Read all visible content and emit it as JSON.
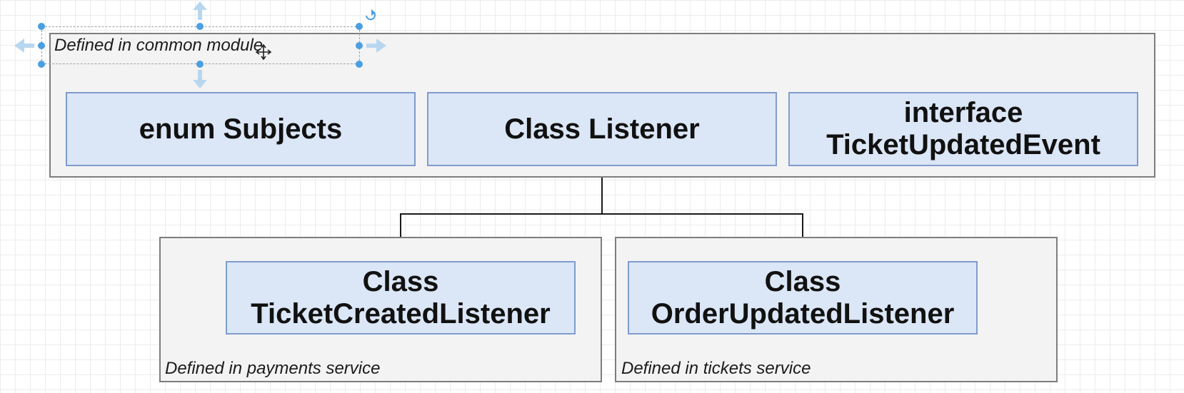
{
  "containers": {
    "common": {
      "caption": "Defined in common module"
    },
    "payments": {
      "caption": "Defined in payments service"
    },
    "tickets": {
      "caption": "Defined in tickets service"
    }
  },
  "nodes": {
    "enum_subjects": {
      "lines": [
        "enum Subjects"
      ]
    },
    "class_listener": {
      "lines": [
        "Class Listener"
      ]
    },
    "ticket_updated_event": {
      "lines": [
        "interface",
        "TicketUpdatedEvent"
      ]
    },
    "ticket_created_listener": {
      "lines": [
        "Class",
        "TicketCreatedListener"
      ]
    },
    "order_updated_listener": {
      "lines": [
        "Class",
        "OrderUpdatedListener"
      ]
    }
  },
  "edges": [
    {
      "from": "Class Listener",
      "to": "Class TicketCreatedListener"
    },
    {
      "from": "Class Listener",
      "to": "Class OrderUpdatedListener"
    }
  ],
  "colors": {
    "container_fill": "#f3f3f3",
    "container_border": "#7d7d7d",
    "node_fill": "#dbe6f6",
    "node_border": "#7f9ccd",
    "selection_handle": "#4a9fe0",
    "connector": "#1a1a1a"
  },
  "icons": {
    "selection_move_cursor": "move-cursor-icon",
    "rotate_handle": "rotate-icon"
  }
}
